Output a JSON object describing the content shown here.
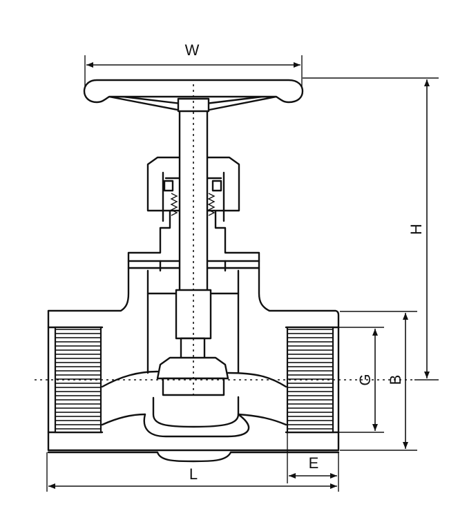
{
  "dimensions": {
    "w": "W",
    "h": "H",
    "g": "G",
    "b": "B",
    "e": "E",
    "l": "L"
  }
}
